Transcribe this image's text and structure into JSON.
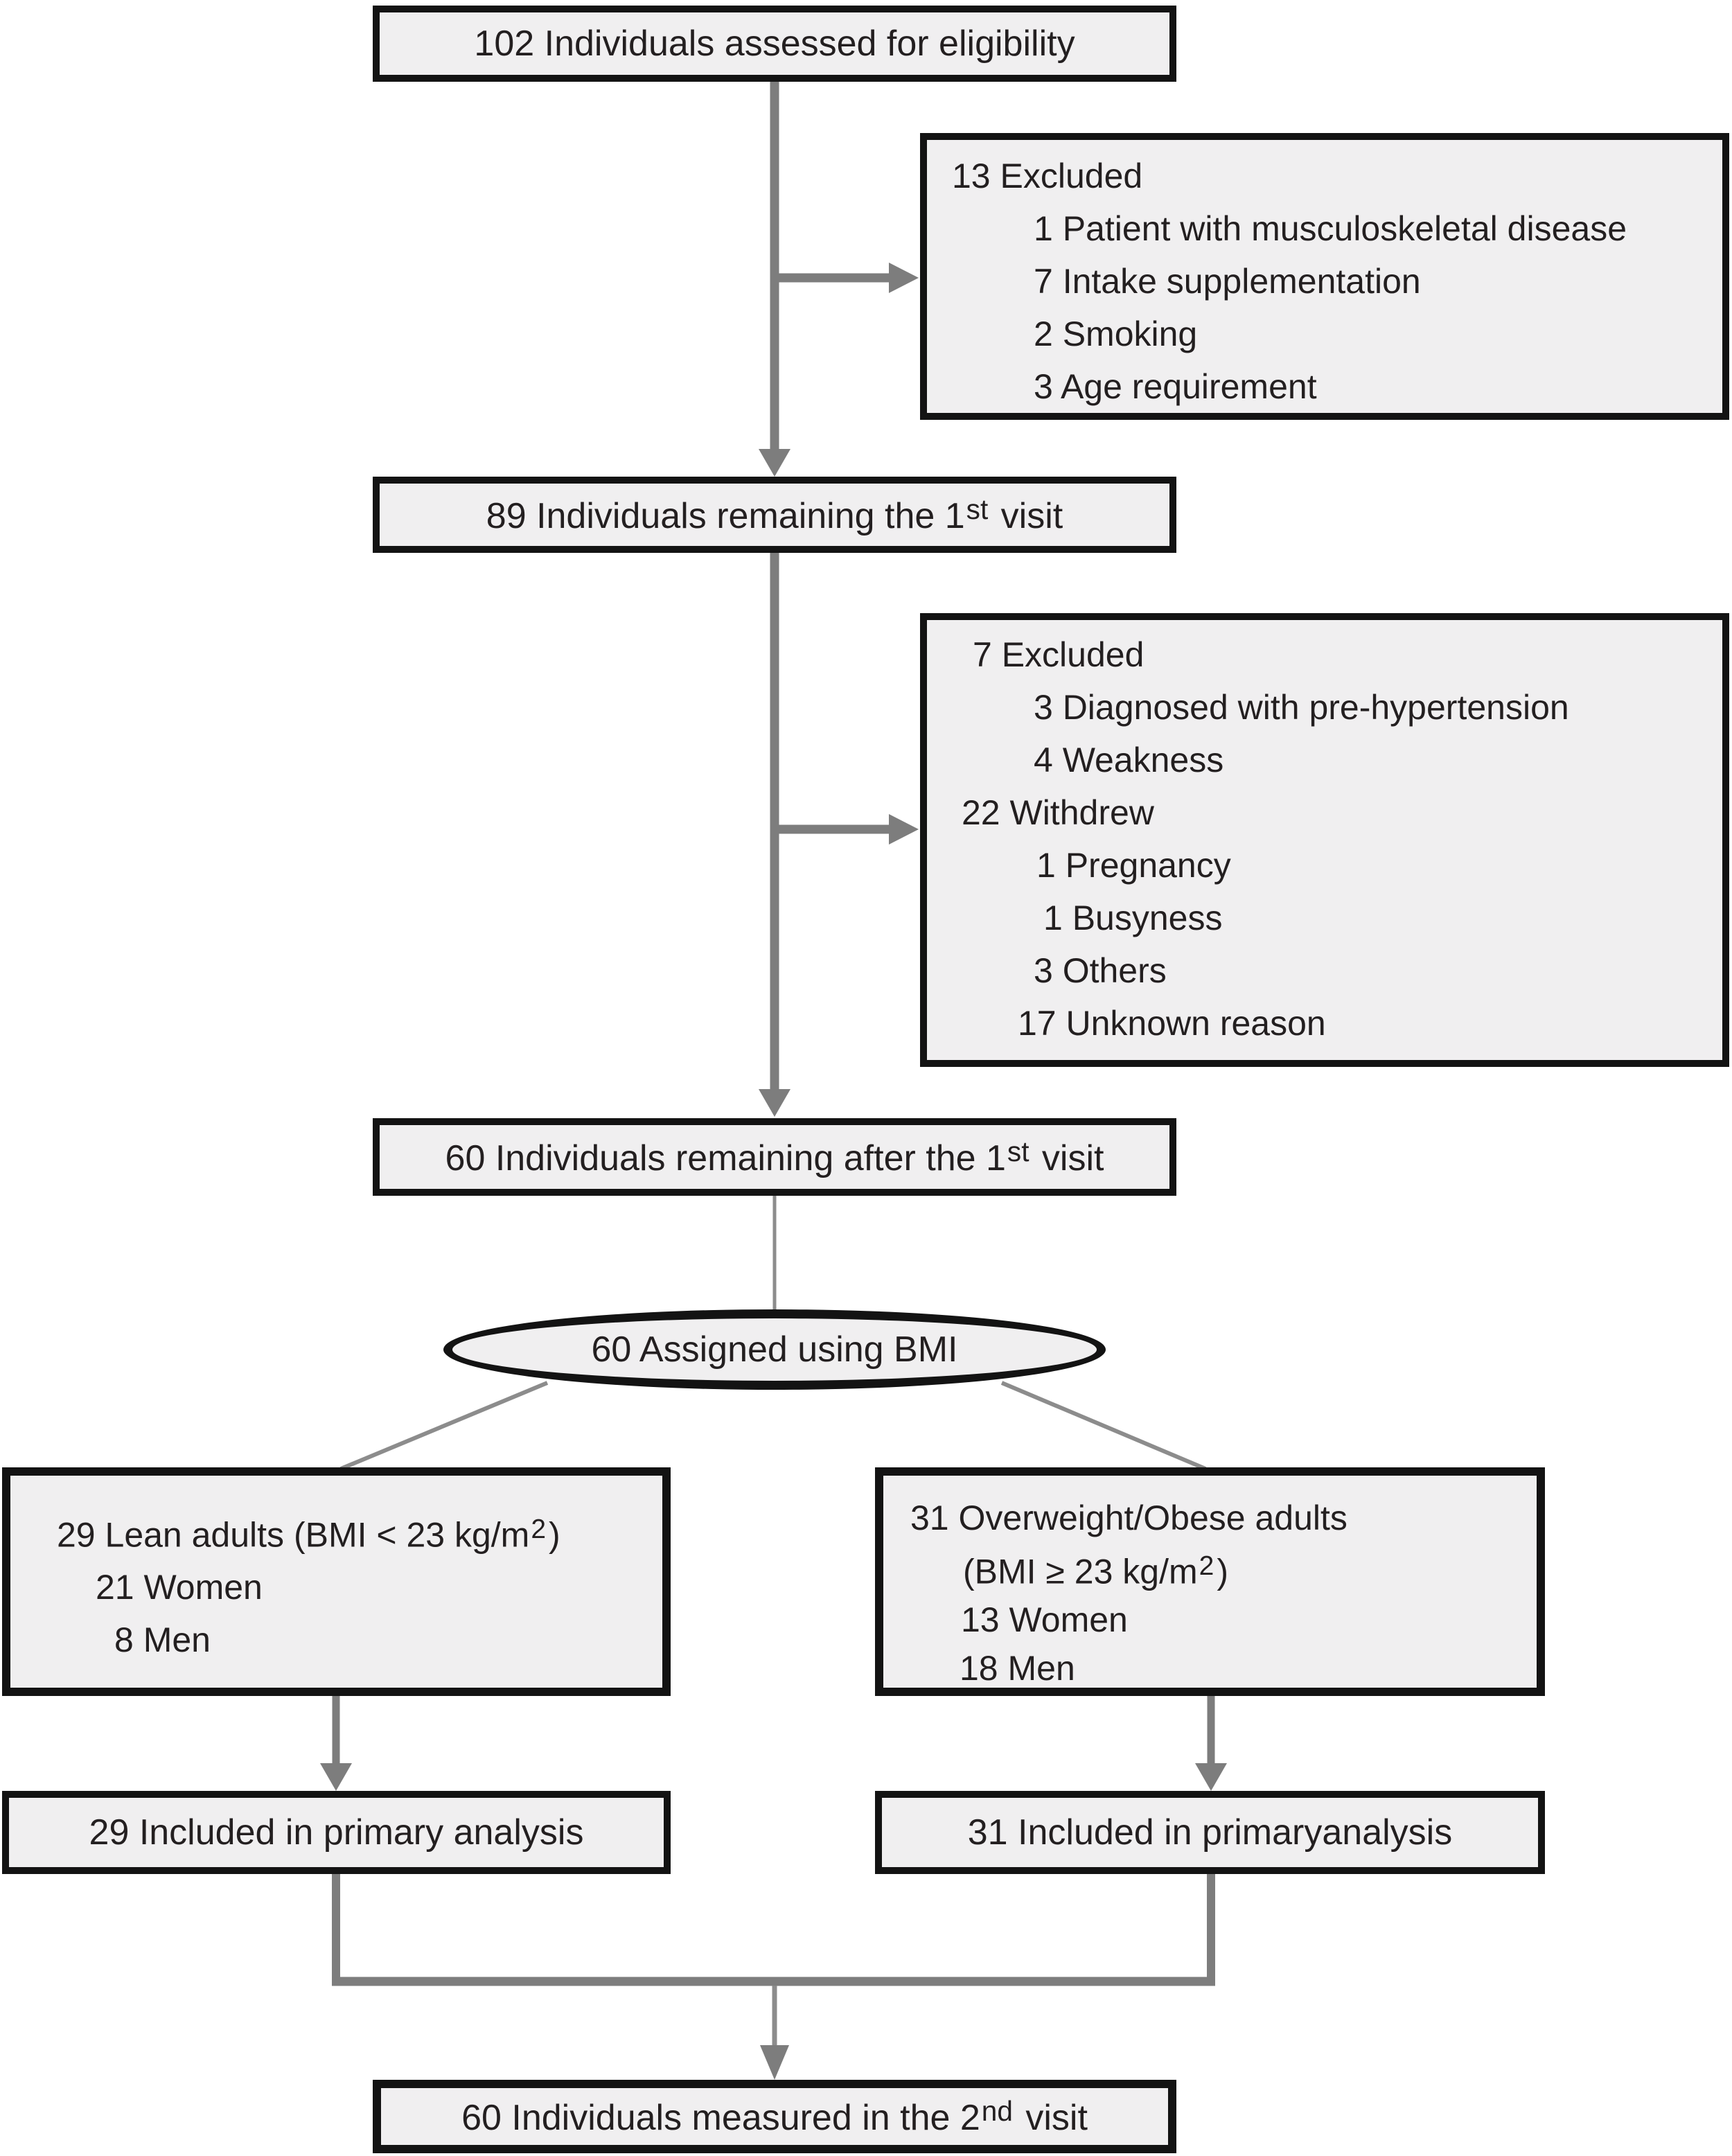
{
  "colors": {
    "background": "#ffffff",
    "box_fill": "#f0eff0",
    "box_border": "#131313",
    "arrow_gray": "#7d7d7d",
    "thin_line_gray": "#8c8c8c",
    "text": "#231f20"
  },
  "nodes": {
    "assessed": {
      "text": "102 Individuals assessed for eligibility"
    },
    "excluded_first": {
      "lines": [
        "13 Excluded",
        "1 Patient with musculoskeletal disease",
        "7 Intake supplementation",
        "2 Smoking",
        "3 Age requirement"
      ]
    },
    "remaining_first": {
      "prefix": "89 Individuals remaining the 1",
      "sup": "st",
      "suffix": " visit"
    },
    "excluded_second": {
      "lines": [
        "7 Excluded",
        "3 Diagnosed with pre-hypertension",
        "4 Weakness",
        "22 Withdrew",
        "1 Pregnancy",
        "1 Busyness",
        "3 Others",
        "17 Unknown reason"
      ]
    },
    "remaining_after": {
      "prefix": "60 Individuals remaining after the 1",
      "sup": "st",
      "suffix": " visit"
    },
    "assigned_bmi": {
      "text": "60 Assigned using BMI"
    },
    "lean_group": {
      "title_prefix": "29 Lean adults (BMI < 23 kg/m",
      "title_sup": "2",
      "title_suffix": ")",
      "women": "21 Women",
      "men": "8 Men"
    },
    "overweight_group": {
      "title": "31 Overweight/Obese adults",
      "bmi_prefix": "(BMI ≥ 23 kg/m",
      "bmi_sup": "2",
      "bmi_suffix": ")",
      "women": "13 Women",
      "men": "18 Men"
    },
    "lean_analysis": {
      "text": "29 Included in primary analysis"
    },
    "overweight_analysis": {
      "text": "31 Included in primaryanalysis"
    },
    "measured_second": {
      "prefix": "60 Individuals measured in the 2",
      "sup": "nd",
      "suffix": " visit"
    }
  }
}
